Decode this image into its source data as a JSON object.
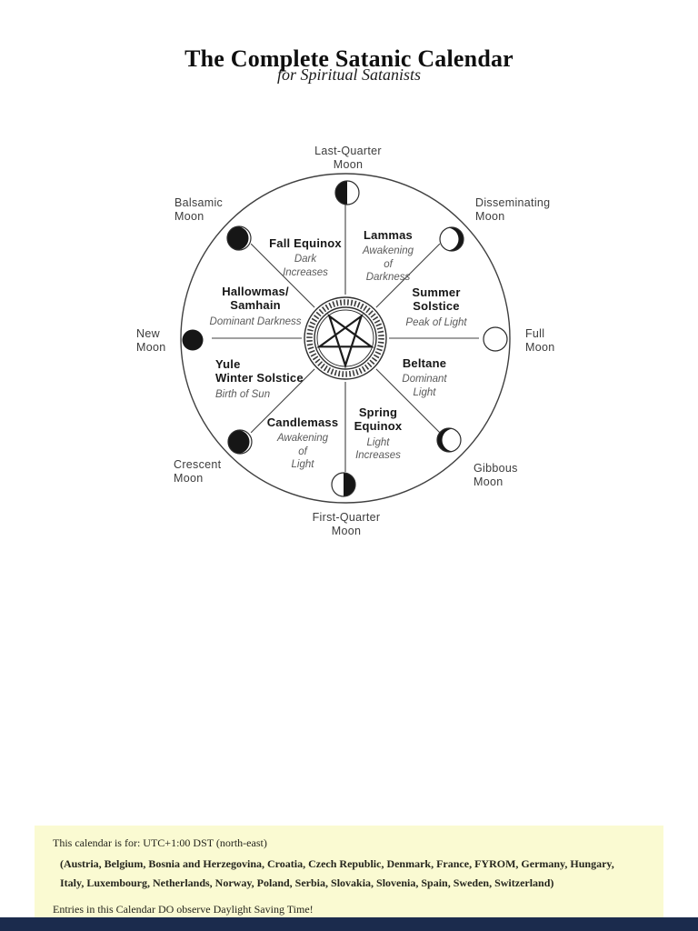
{
  "page": {
    "title": "The Complete Satanic Calendar",
    "subtitle": "for Spiritual Satanists"
  },
  "wheel": {
    "moons": [
      {
        "id": "last-quarter",
        "position": "top",
        "phase": "last-quarter",
        "label": "Last-Quarter\nMoon"
      },
      {
        "id": "balsamic",
        "position": "top-left",
        "phase": "waning-crescent",
        "label": "Balsamic\nMoon"
      },
      {
        "id": "disseminating",
        "position": "top-right",
        "phase": "waning-gibbous",
        "label": "Disseminating\nMoon"
      },
      {
        "id": "new",
        "position": "left",
        "phase": "new",
        "label": "New\nMoon"
      },
      {
        "id": "full",
        "position": "right",
        "phase": "full",
        "label": "Full\nMoon"
      },
      {
        "id": "crescent",
        "position": "bottom-left",
        "phase": "waxing-crescent",
        "label": "Crescent\nMoon"
      },
      {
        "id": "gibbous",
        "position": "bottom-right",
        "phase": "waxing-gibbous",
        "label": "Gibbous\nMoon"
      },
      {
        "id": "first-quarter",
        "position": "bottom",
        "phase": "first-quarter",
        "label": "First-Quarter\nMoon"
      }
    ],
    "festivals": [
      {
        "id": "fall-equinox",
        "name": "Fall Equinox",
        "description": "Dark\nIncreases"
      },
      {
        "id": "lammas",
        "name": "Lammas",
        "description": "Awakening\nof\nDarkness"
      },
      {
        "id": "hallowmas-samhain",
        "name": "Hallowmas/\nSamhain",
        "description": "Dominant Darkness"
      },
      {
        "id": "summer-solstice",
        "name": "Summer\nSolstice",
        "description": "Peak of Light"
      },
      {
        "id": "yule",
        "name": "Yule\nWinter Solstice",
        "description": "Birth of Sun"
      },
      {
        "id": "beltane",
        "name": "Beltane",
        "description": "Dominant\nLight"
      },
      {
        "id": "candlemass",
        "name": "Candlemass",
        "description": "Awakening\nof\nLight"
      },
      {
        "id": "spring-equinox",
        "name": "Spring\nEquinox",
        "description": "Light\nIncreases"
      }
    ],
    "center_symbol": "ouroboros-ring-with-inverted-pentagram"
  },
  "footer": {
    "timezone_line": "This calendar is for: UTC+1:00 DST (north-east)",
    "countries_line": "(Austria, Belgium, Bosnia and Herzegovina, Croatia, Czech Republic, Denmark, France, FYROM, Germany, Hungary, Italy, Luxembourg, Netherlands, Norway, Poland, Serbia, Slovakia, Slovenia, Spain, Sweden, Switzerland)",
    "dst_line": "Entries in this Calendar DO observe Daylight Saving Time!"
  },
  "colors": {
    "page_bg": "#FFFFFF",
    "ink": "#1A1A1A",
    "footer_bg": "#FAFAD2",
    "bottom_bar": "#1B2B4D"
  }
}
